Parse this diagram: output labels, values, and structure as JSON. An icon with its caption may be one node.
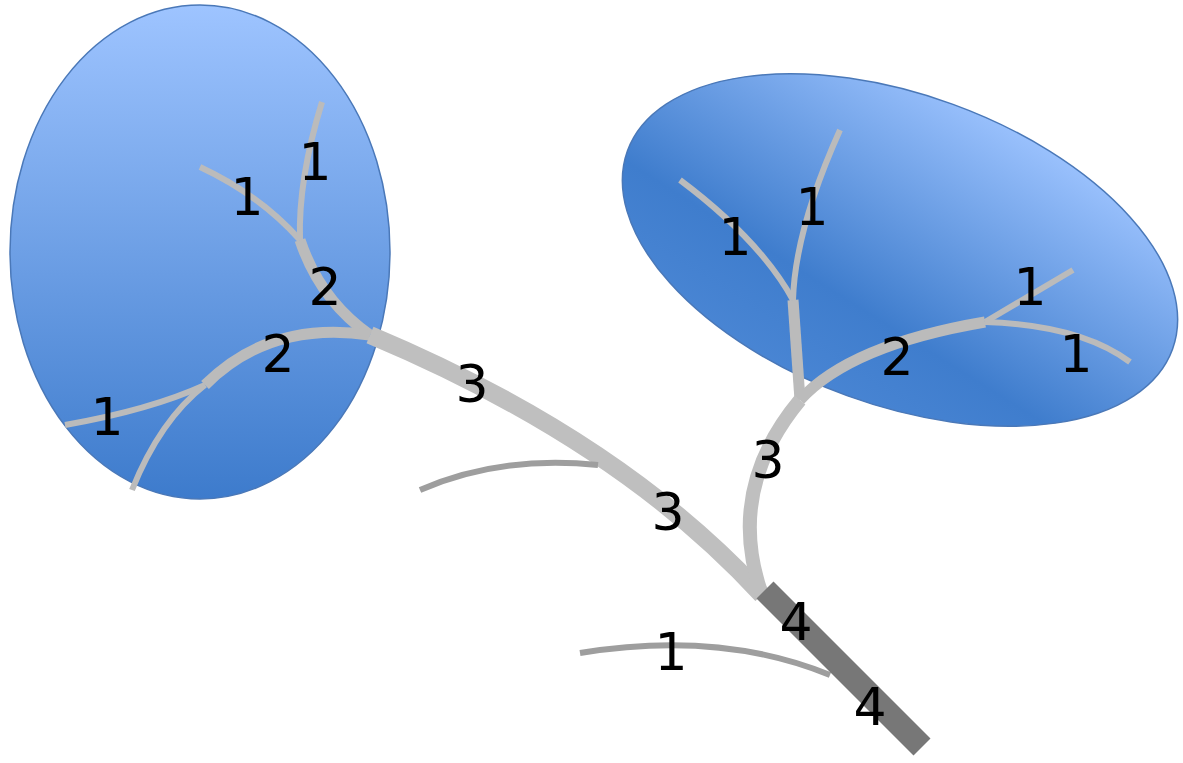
{
  "diagram": {
    "labels": [
      "1",
      "1",
      "1",
      "1",
      "2",
      "1",
      "2",
      "2",
      "1",
      "3",
      "1",
      "3",
      "3",
      "4",
      "1",
      "4"
    ]
  }
}
